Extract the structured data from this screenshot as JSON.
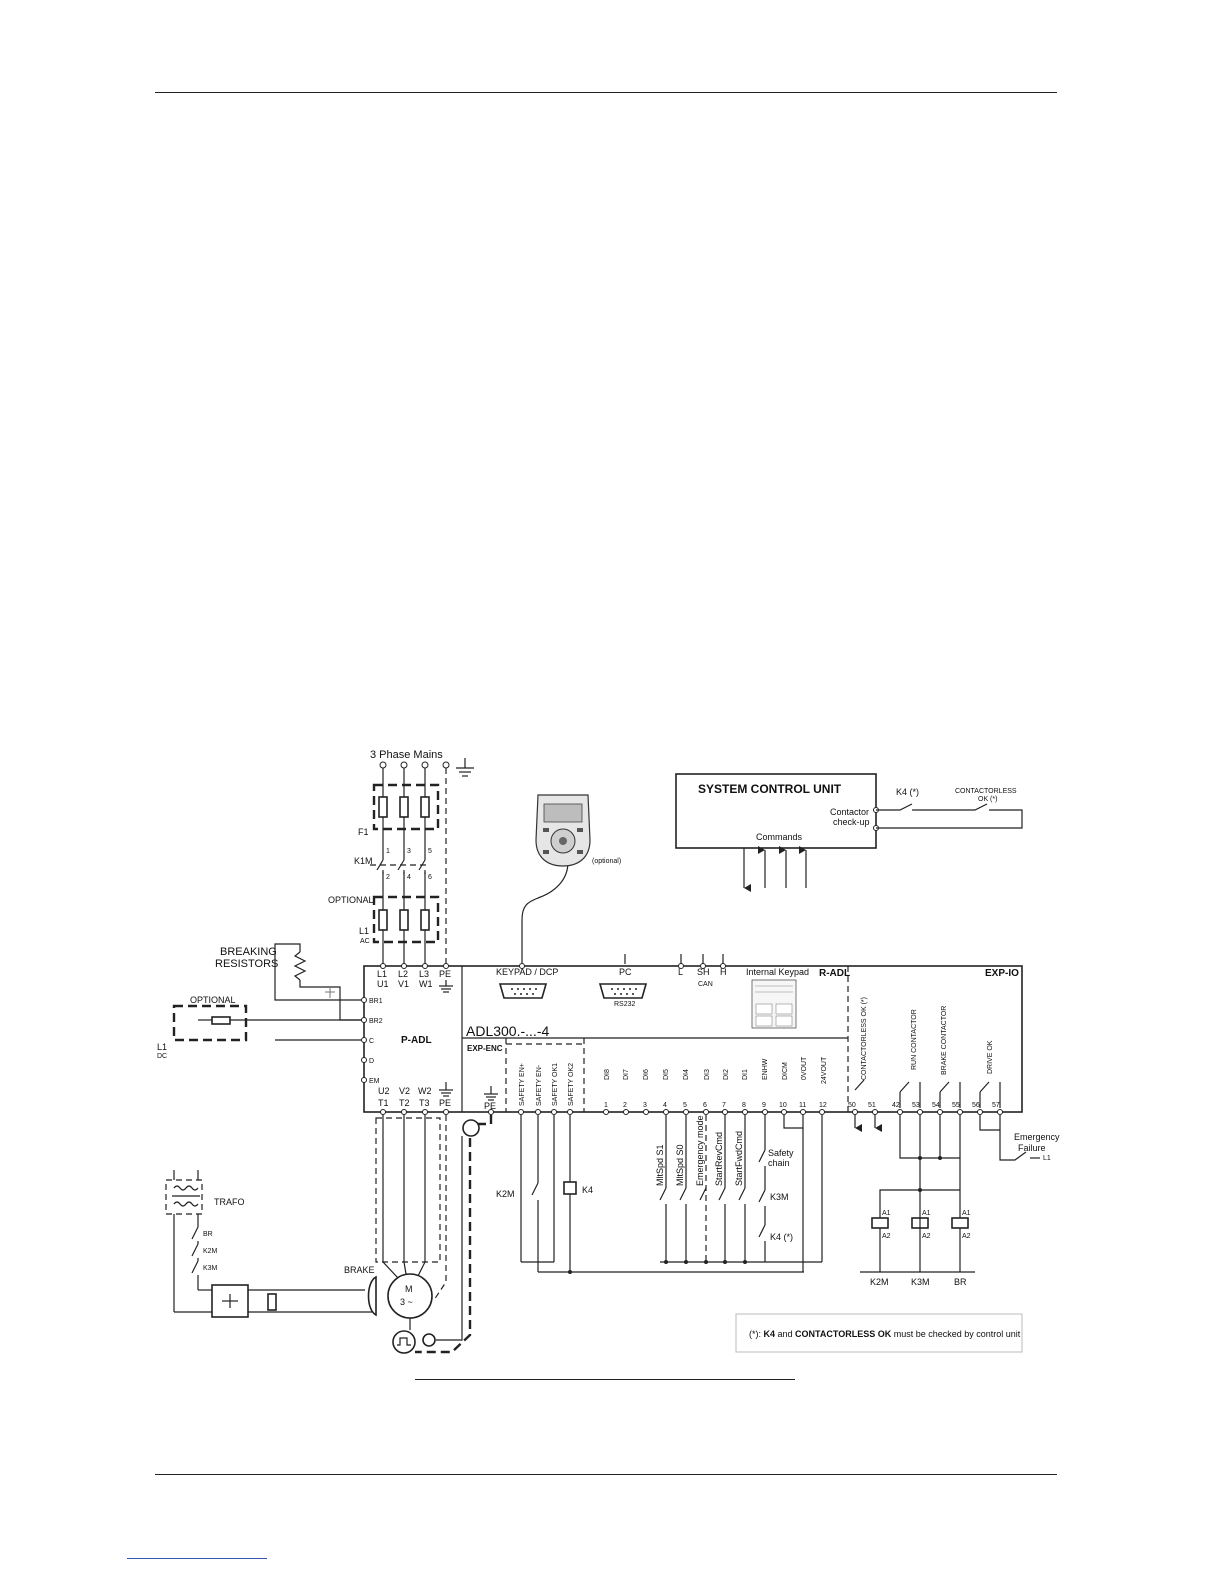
{
  "diagram": {
    "mains_label": "3 Phase Mains",
    "f1": "F1",
    "k1m": "K1M",
    "k1m_terms": [
      "1",
      "3",
      "5",
      "2",
      "4",
      "6"
    ],
    "optional_top": "OPTIONAL",
    "l1ac": "L1",
    "l1ac_sub": "AC",
    "breaking_resistors_1": "BREAKING",
    "breaking_resistors_2": "RESISTORS",
    "optional_dc": "OPTIONAL",
    "l1dc": "L1",
    "l1dc_sub": "DC",
    "keypad_optional": "(optional)",
    "system_control_unit": "SYSTEM CONTROL UNIT",
    "contactor_checkup_1": "Contactor",
    "contactor_checkup_2": "check-up",
    "commands": "Commands",
    "k4_star": "K4 (*)",
    "contactorless_top_1": "CONTACTORLESS",
    "contactorless_top_2": "OK (*)",
    "power_top_terms": [
      [
        "L1",
        "U1"
      ],
      [
        "L2",
        "V1"
      ],
      [
        "L3",
        "W1"
      ],
      [
        "PE",
        ""
      ]
    ],
    "left_terms": [
      "BR1",
      "BR2",
      "C",
      "D",
      "EM"
    ],
    "p_adl": "P-ADL",
    "keypad_dcp": "KEYPAD / DCP",
    "pc": "PC",
    "rs232": "RS232",
    "can_terms": [
      "L",
      "SH",
      "H"
    ],
    "can": "CAN",
    "internal_keypad": "Internal Keypad",
    "r_adl": "R-ADL",
    "exp_io": "EXP-IO",
    "model": "ADL300.-...-4",
    "exp_enc": "EXP-ENC",
    "power_bottom_terms": [
      [
        "U2",
        "T1"
      ],
      [
        "V2",
        "T2"
      ],
      [
        "W2",
        "T3"
      ],
      [
        "",
        "PE"
      ]
    ],
    "enc_pe": "PE",
    "safety_labels": [
      "SAFETY EN+",
      "SAFETY EN-",
      "SAFETY OK1",
      "SAFETY OK2"
    ],
    "io_labels": [
      "DI8",
      "DI7",
      "DI6",
      "DI5",
      "DI4",
      "DI3",
      "DI2",
      "DI1",
      "ENHW",
      "DICM",
      "0VOUT",
      "24VOUT"
    ],
    "io_numbers": [
      "1",
      "2",
      "3",
      "4",
      "5",
      "6",
      "7",
      "8",
      "9",
      "10",
      "11",
      "12"
    ],
    "relay_labels": [
      "CONTACTORLESS OK (*)",
      "RUN CONTACTOR",
      "BRAKE CONTACTOR",
      "DRIVE OK"
    ],
    "relay_numbers": [
      "50",
      "51",
      "42",
      "53",
      "54",
      "55",
      "56",
      "57"
    ],
    "emergency_1": "Emergency",
    "emergency_2": "Failure",
    "emergency_l1": "L1",
    "k2m": "K2M",
    "k4": "K4",
    "cmd_labels": [
      "MltSpd S1",
      "MltSpd S0",
      "Emergency mode",
      "StartRevCmd",
      "StartFwdCmd"
    ],
    "safety_chain_1": "Safety",
    "safety_chain_2": "chain",
    "k3m_chain": "K3M",
    "k4_chain": "K4 (*)",
    "coil_a1": "A1",
    "coil_a2": "A2",
    "coil_labels": [
      "K2M",
      "K3M",
      "BR"
    ],
    "trafo": "TRAFO",
    "trafo_chain": [
      "BR",
      "K2M",
      "K3M"
    ],
    "brake": "BRAKE",
    "motor_1": "M",
    "motor_2": "3 ~",
    "note_prefix": "(*): ",
    "note_k4": "K4",
    "note_and": " and ",
    "note_cok": "CONTACTORLESS OK",
    "note_suffix": " must be checked by control unit"
  }
}
